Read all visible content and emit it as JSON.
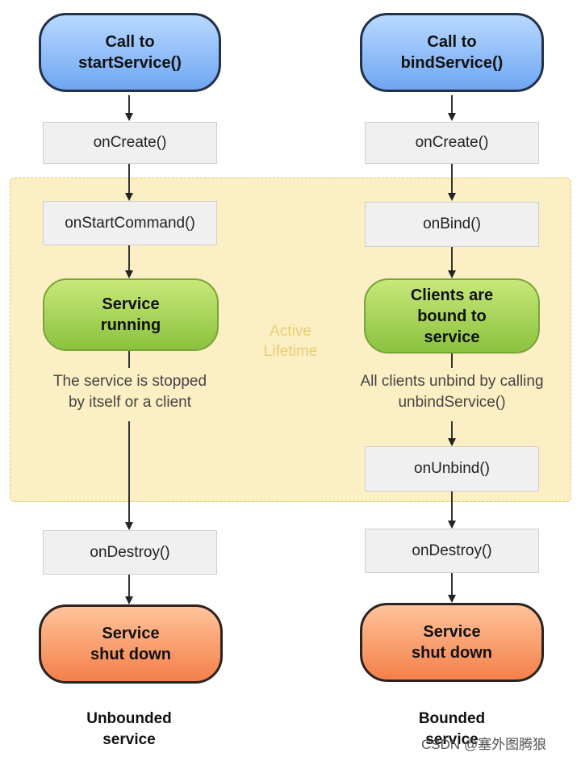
{
  "diagram": {
    "area_label": [
      "Active",
      "Lifetime"
    ],
    "left": {
      "start": [
        "Call to",
        "startService()"
      ],
      "create": "onCreate()",
      "command": "onStartCommand()",
      "running": [
        "Service",
        "running"
      ],
      "note": [
        "The service is stopped",
        "by itself or a client"
      ],
      "destroy": "onDestroy()",
      "end": [
        "Service",
        "shut down"
      ],
      "caption": [
        "Unbounded",
        "service"
      ]
    },
    "right": {
      "start": [
        "Call to",
        "bindService()"
      ],
      "create": "onCreate()",
      "bind": "onBind()",
      "bound": [
        "Clients are",
        "bound to",
        "service"
      ],
      "note": [
        "All clients unbind by calling",
        "unbindService()"
      ],
      "unbind": "onUnbind()",
      "destroy": "onDestroy()",
      "end": [
        "Service",
        "shut down"
      ],
      "caption": [
        "Bounded",
        "service"
      ]
    },
    "watermark": "CSDN @塞外图腾狼"
  },
  "colors": {
    "start_fill": "#6fa6f2",
    "running_fill": "#8bc23d",
    "end_fill": "#f4804a",
    "lifetime_fill": "#fcefc4",
    "method_box_fill": "#f0f0f0"
  }
}
